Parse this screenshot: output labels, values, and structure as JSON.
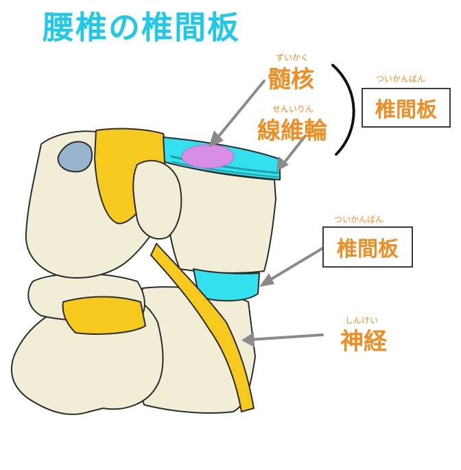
{
  "title": "腰椎の椎間板",
  "colors": {
    "title": "#22c8e8",
    "label": "#ef8c22",
    "furigana": "#ef8c22",
    "bone": "#f2eed6",
    "bone_shadow": "#d8d2b4",
    "ligament": "#f6c91e",
    "disc": "#33e0ee",
    "disc_ring": "#1f9fa8",
    "nucleus": "#d98ee6",
    "facet_hole": "#96b4cc",
    "arrow": "#8a8a8a",
    "outline": "#2a2a2a"
  },
  "labels": {
    "nucleus": {
      "text": "髄核",
      "ruby": "ずいかく"
    },
    "annulus": {
      "text": "線維輪",
      "ruby": "せんいりん"
    },
    "disc_top": {
      "text": "椎間板",
      "ruby": "ついかんばん"
    },
    "disc_mid": {
      "text": "椎間板",
      "ruby": "ついかんばん"
    },
    "nerve": {
      "text": "神経",
      "ruby": "しんけい"
    }
  }
}
